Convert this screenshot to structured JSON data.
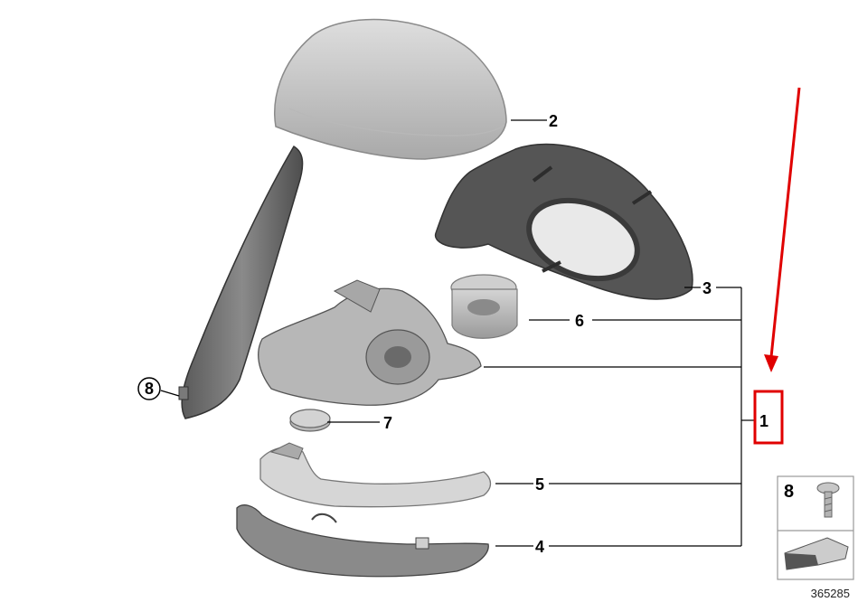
{
  "callouts": {
    "c1": "1",
    "c2": "2",
    "c3": "3",
    "c4": "4",
    "c5": "5",
    "c6": "6",
    "c7": "7",
    "c8": "8"
  },
  "legend": {
    "part_number": "8"
  },
  "reference_number": "365285",
  "colors": {
    "highlight": "#e00000",
    "line": "#000000",
    "part_light": "#c8c8c8",
    "part_dark": "#4a4a4a"
  }
}
